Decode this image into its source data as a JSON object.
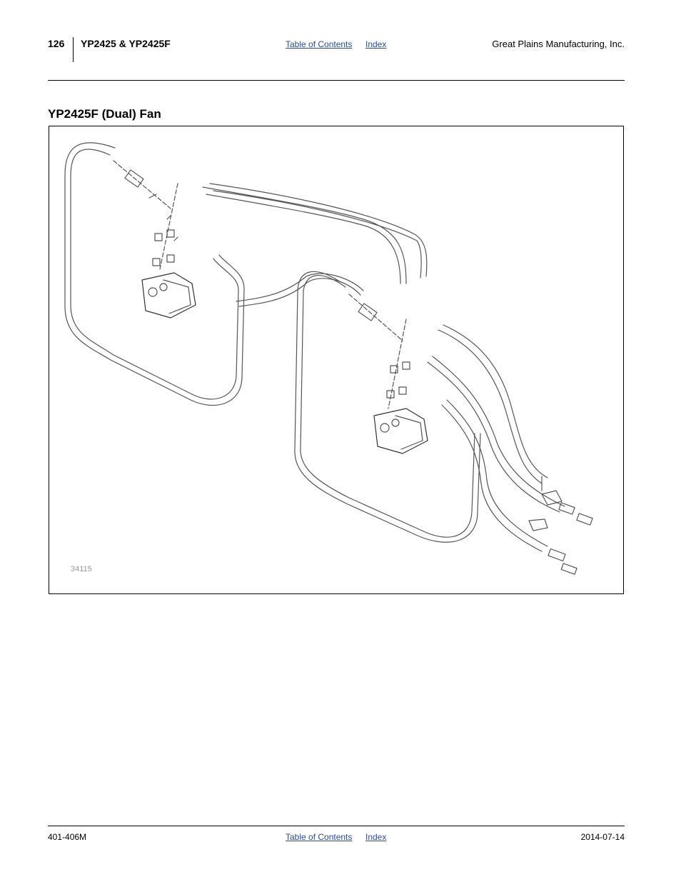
{
  "header": {
    "page_number": "126",
    "model": "YP2425 & YP2425F",
    "toc_link": "Table of Contents",
    "index_link": "Index",
    "company": "Great Plains Manufacturing, Inc."
  },
  "section": {
    "title": "YP2425F (Dual) Fan"
  },
  "figure": {
    "id": "34115"
  },
  "footer": {
    "doc_number": "401-406M",
    "toc_link": "Table of Contents",
    "index_link": "Index",
    "date": "2014-07-14"
  }
}
